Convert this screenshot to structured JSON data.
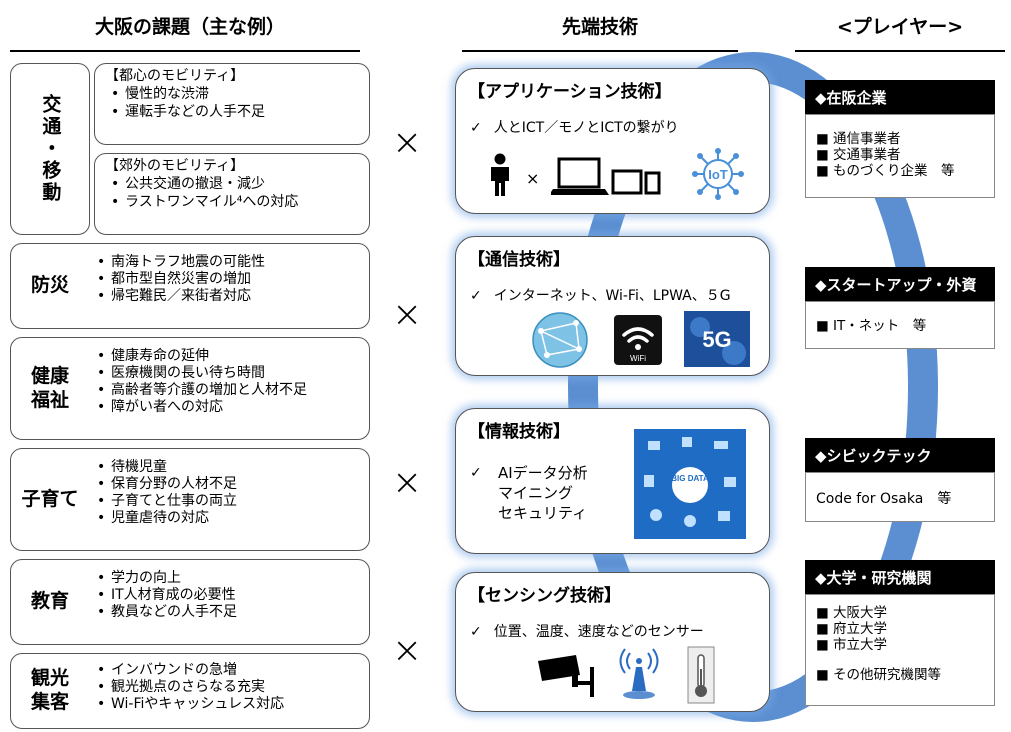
{
  "headers": {
    "left": "大阪の課題（主な例）",
    "center": "先端技術",
    "right": "<プレイヤー>"
  },
  "mobility": {
    "label": "交通・移動",
    "urban": {
      "title": "【都心のモビリティ】",
      "items": [
        "慢性的な渋滞",
        "運転手などの人手不足"
      ]
    },
    "suburban": {
      "title": "【郊外のモビリティ】",
      "items": [
        "公共交通の撤退・減少",
        "ラストワンマイル⁴への対応"
      ]
    }
  },
  "rows": [
    {
      "label": "防災",
      "items": [
        "南海トラフ地震の可能性",
        "都市型自然災害の増加",
        "帰宅難民／来街者対応"
      ]
    },
    {
      "label": "健康\n福祉",
      "items": [
        "健康寿命の延伸",
        "医療機関の長い待ち時間",
        "高齢者等介護の増加と人材不足",
        "障がい者への対応"
      ]
    },
    {
      "label": "子育て",
      "items": [
        "待機児童",
        "保育分野の人材不足",
        "子育てと仕事の両立",
        "児童虐待の対応"
      ]
    },
    {
      "label": "教育",
      "items": [
        "学力の向上",
        "IT人材育成の必要性",
        "教員などの人手不足"
      ]
    },
    {
      "label": "観光\n集客",
      "items": [
        "インバウンドの急増",
        "観光拠点のさらなる充実",
        "Wi-Fiやキャッシュレス対応"
      ]
    }
  ],
  "times_symbol": "×",
  "check_symbol": "✓",
  "tech": [
    {
      "title": "【アプリケーション技術】",
      "desc": "人とICT／モノとICTの繋がり",
      "icons": [
        "person-icon",
        "devices-icon",
        "iot-icon"
      ],
      "iot_label": "IoT",
      "x_symbol": "×"
    },
    {
      "title": "【通信技術】",
      "desc": "インターネット、Wi-Fi、LPWA、５G",
      "icons": [
        "globe-network-icon",
        "wifi-icon",
        "5g-icon"
      ],
      "wifi_label": "WiFi",
      "fiveg_label": "5G"
    },
    {
      "title": "【情報技術】",
      "desc_lines": [
        "AIデータ分析",
        "マイニング",
        "セキュリティ"
      ],
      "icons": [
        "big-data-icon"
      ],
      "bigdata_label": "BIG DATA"
    },
    {
      "title": "【センシング技術】",
      "desc": "位置、温度、速度などのセンサー",
      "icons": [
        "camera-icon",
        "signal-sensor-icon",
        "thermometer-icon"
      ]
    }
  ],
  "players": [
    {
      "header": "◆在阪企業",
      "items": [
        "■ 通信事業者",
        "■ 交通事業者",
        "■ ものづくり企業　等"
      ]
    },
    {
      "header": "◆スタートアップ・外資",
      "items": [
        "■ IT・ネット　等"
      ]
    },
    {
      "header": "◆シビックテック",
      "items": [
        "Code for Osaka　等"
      ]
    },
    {
      "header": "◆大学・研究機関",
      "items": [
        "■ 大阪大学",
        "■ 府立大学",
        "■ 市立大学",
        "■ その他研究機関等"
      ]
    }
  ],
  "colors": {
    "ring": "#5b8fd1",
    "glow": "#78aae6",
    "player_header_bg": "#000000"
  }
}
